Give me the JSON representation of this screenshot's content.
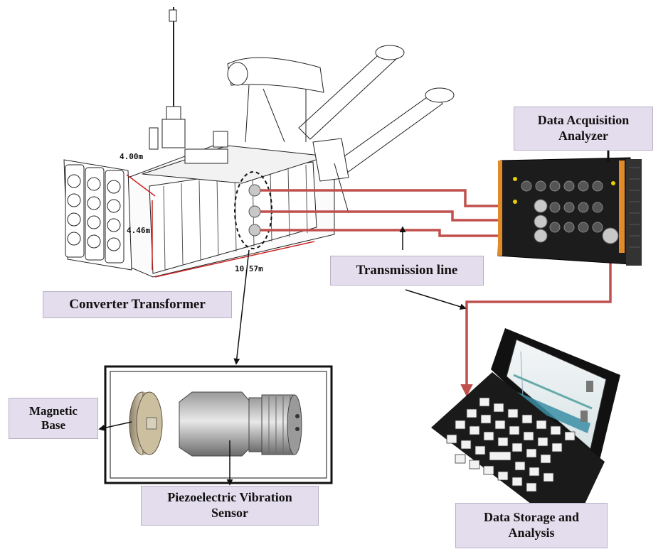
{
  "labels": {
    "converter_transformer": "Converter Transformer",
    "data_acquisition_analyzer": "Data Acquisition Analyzer",
    "transmission_line": "Transmission line",
    "data_storage_analysis": "Data Storage and Analysis",
    "magnetic_base": "Magnetic Base",
    "piezoelectric_sensor": "Piezoelectric Vibration Sensor"
  },
  "dimensions": {
    "width": "4.00m",
    "height": "4.46m",
    "length": "10.57m"
  },
  "colors": {
    "line": "#c0504d",
    "label_bg": "#e4dded",
    "dimension": "#cc2222"
  }
}
